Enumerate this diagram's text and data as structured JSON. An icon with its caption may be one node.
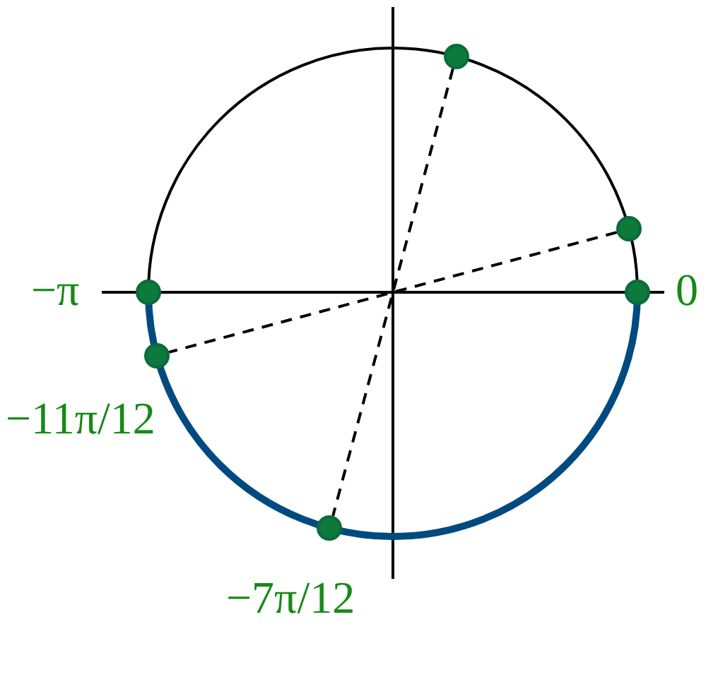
{
  "diagram": {
    "nodes": [
      {
        "text": [],
        "shape": "circle"
      },
      {
        "text": [],
        "shape": "circle"
      },
      {
        "text": [],
        "shape": "circle",
        "beside": [
          "−π"
        ]
      },
      {
        "text": [],
        "shape": "circle",
        "beside": [
          "0"
        ]
      },
      {
        "text": [],
        "shape": "circle",
        "beside": [
          "−11π/12"
        ]
      },
      {
        "text": [],
        "shape": "circle",
        "beside": [
          "−7π/12"
        ]
      }
    ],
    "edges": [
      {
        "from": 0,
        "to": 5,
        "arrow": "none",
        "style": "dashed"
      },
      {
        "from": 1,
        "to": 4,
        "arrow": "none",
        "style": "dashed"
      }
    ]
  }
}
